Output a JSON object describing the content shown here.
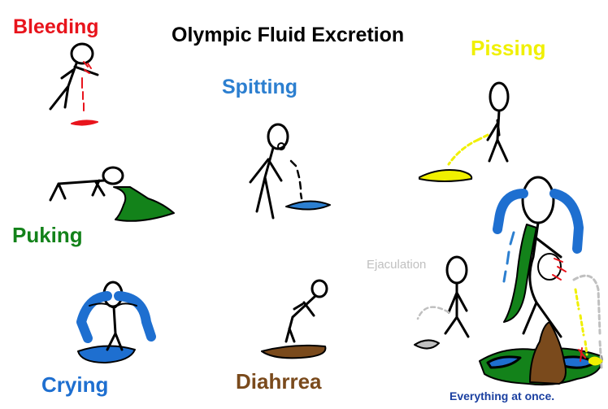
{
  "title": "Olympic Fluid Excretion",
  "labels": {
    "bleeding": "Bleeding",
    "pissing": "Pissing",
    "spitting": "Spitting",
    "puking": "Puking",
    "ejaculation": "Ejaculation",
    "crying": "Crying",
    "diahrrea": "Diahrrea",
    "everything": "Everything at once."
  },
  "colors": {
    "bleeding": "#e8141c",
    "pissing": "#f0f000",
    "spitting": "#2c7fd0",
    "puking": "#13821a",
    "ejaculation": "#c0c0c0",
    "crying": "#1e6fd0",
    "diahrrea": "#7a4a1c",
    "everything": "#1a3fa0",
    "ink": "#000000"
  }
}
